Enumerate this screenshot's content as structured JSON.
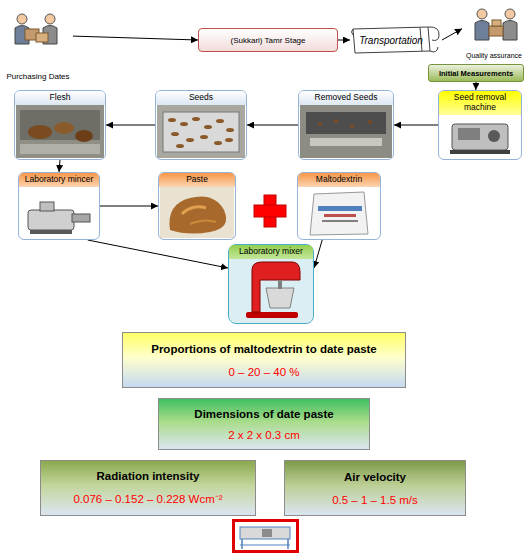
{
  "diagram": {
    "nodes": [
      {
        "text": [
          "Purchasing Dates"
        ]
      },
      {
        "text": [
          "(Sukkari) Tamr Stage"
        ]
      },
      {
        "text": [
          "Transportation"
        ]
      },
      {
        "text": [
          "Quality assurance"
        ]
      },
      {
        "text": [
          "Initial Measurements"
        ]
      },
      {
        "text": [
          "Flesh"
        ]
      },
      {
        "text": [
          "Seeds"
        ]
      },
      {
        "text": [
          "Removed Seeds"
        ]
      },
      {
        "text": [
          "Seed removal machine"
        ]
      },
      {
        "text": [
          "Laboratory mincer"
        ]
      },
      {
        "text": [
          "Paste"
        ]
      },
      {
        "text": [
          "Maltodextrin"
        ]
      },
      {
        "text": [
          "Laboratory mixer"
        ]
      },
      {
        "text": [
          "Proportions of maltodextrin to date paste",
          "0 – 20 – 40 %"
        ]
      },
      {
        "text": [
          "Dimensions of date paste",
          "2 x 2 x 0.3 cm"
        ]
      },
      {
        "text": [
          "Radiation intensity",
          "0.076 – 0.152 – 0.228 Wcm⁻²"
        ]
      },
      {
        "text": [
          "Air velocity",
          "0.5 – 1 – 1.5 m/s"
        ]
      }
    ],
    "edges": [
      {
        "from": 0,
        "to": 1,
        "arrow": "to"
      },
      {
        "from": 1,
        "to": 2,
        "arrow": "to"
      },
      {
        "from": 2,
        "to": 3,
        "arrow": "to"
      },
      {
        "from": 4,
        "to": 8,
        "arrow": "to"
      },
      {
        "from": 8,
        "to": 7,
        "arrow": "to"
      },
      {
        "from": 7,
        "to": 6,
        "arrow": "to"
      },
      {
        "from": 6,
        "to": 5,
        "arrow": "to"
      },
      {
        "from": 5,
        "to": 9,
        "arrow": "to"
      },
      {
        "from": 9,
        "to": 10,
        "arrow": "to"
      },
      {
        "from": 9,
        "to": 12,
        "arrow": "to"
      },
      {
        "from": 11,
        "to": 12,
        "arrow": "to"
      }
    ]
  }
}
